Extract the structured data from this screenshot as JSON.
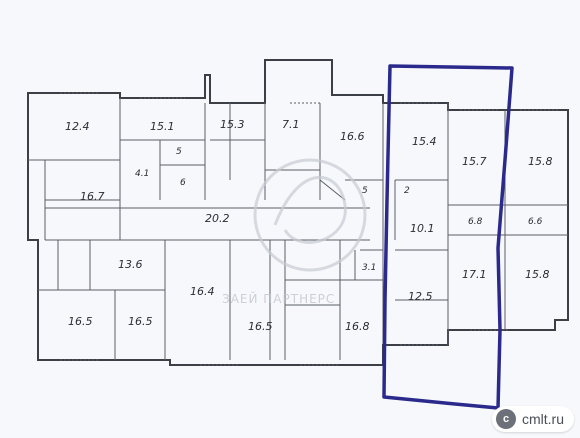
{
  "plan": {
    "rooms": [
      {
        "id": "r1",
        "area": "12.4"
      },
      {
        "id": "r2",
        "area": "15.1"
      },
      {
        "id": "r3",
        "area": "15.3"
      },
      {
        "id": "r4",
        "area": "4.1"
      },
      {
        "id": "r5",
        "area": "5"
      },
      {
        "id": "r6",
        "area": "6"
      },
      {
        "id": "r7",
        "area": "7.1"
      },
      {
        "id": "r8",
        "area": "16.6"
      },
      {
        "id": "r9",
        "area": "15.4"
      },
      {
        "id": "r10",
        "area": "15.7"
      },
      {
        "id": "r11",
        "area": "15.8"
      },
      {
        "id": "r12",
        "area": "16.7"
      },
      {
        "id": "r13",
        "area": "20.2"
      },
      {
        "id": "r14",
        "area": "5"
      },
      {
        "id": "r15",
        "area": "2"
      },
      {
        "id": "r16",
        "area": "10.1"
      },
      {
        "id": "r17",
        "area": "6.8"
      },
      {
        "id": "r18",
        "area": "6.6"
      },
      {
        "id": "r19",
        "area": "13.6"
      },
      {
        "id": "r20",
        "area": "16.5"
      },
      {
        "id": "r21",
        "area": "16.5"
      },
      {
        "id": "r22",
        "area": "16.4"
      },
      {
        "id": "r23",
        "area": "12.5"
      },
      {
        "id": "r24",
        "area": "17.1"
      },
      {
        "id": "r25",
        "area": "15.8"
      },
      {
        "id": "r26",
        "area": "16.5"
      },
      {
        "id": "r27",
        "area": "16.8"
      },
      {
        "id": "r28",
        "area": "3.1"
      }
    ]
  },
  "watermark": {
    "text": "ЗАЕЙ ПАРТНЕРС"
  },
  "badge": {
    "icon": "c",
    "text": "cmlt.ru"
  },
  "colors": {
    "highlight": "#2b2a8c",
    "walls": "#3c3f46",
    "paper": "#f6f8fb"
  }
}
